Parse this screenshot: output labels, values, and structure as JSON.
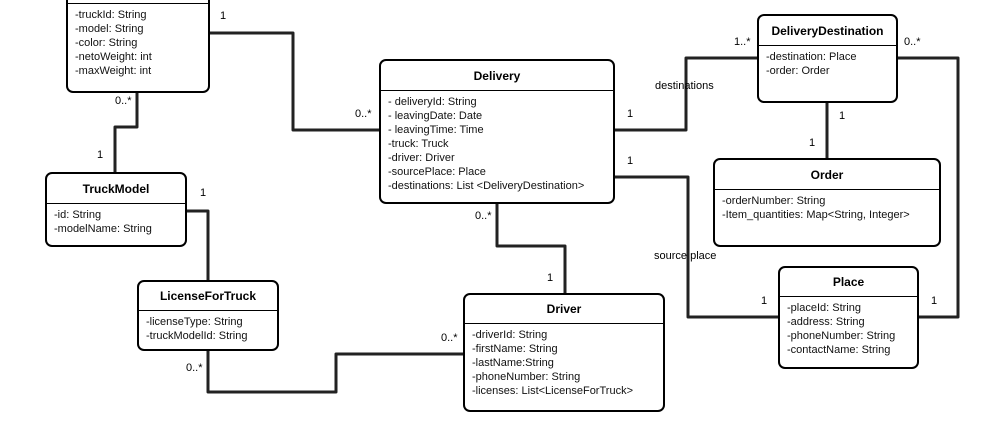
{
  "classes": {
    "truck": {
      "title": "",
      "attributes": [
        "-truckId: String",
        "-model: String",
        "-color: String",
        "-netoWeight: int",
        "-maxWeight: int"
      ]
    },
    "truck_model": {
      "title": "TruckModel",
      "attributes": [
        "-id: String",
        "-modelName: String"
      ]
    },
    "license_for_truck": {
      "title": "LicenseForTruck",
      "attributes": [
        "-licenseType: String",
        "-truckModelId: String"
      ]
    },
    "delivery": {
      "title": "Delivery",
      "attributes": [
        "- deliveryId: String",
        "- leavingDate: Date",
        "- leavingTime: Time",
        "-truck: Truck",
        "-driver: Driver",
        "-sourcePlace: Place",
        "-destinations: List <DeliveryDestination>"
      ]
    },
    "driver": {
      "title": "Driver",
      "attributes": [
        "-driverId: String",
        "-firstName: String",
        "-lastName:String",
        "-phoneNumber: String",
        "-licenses: List<LicenseForTruck>"
      ]
    },
    "delivery_destination": {
      "title": "DeliveryDestination",
      "attributes": [
        "-destination: Place",
        "-order: Order"
      ]
    },
    "order": {
      "title": "Order",
      "attributes": [
        "-orderNumber: String",
        "-Item_quantities: Map<String, Integer>"
      ]
    },
    "place": {
      "title": "Place",
      "attributes": [
        "-placeId: String",
        "-address: String",
        "-phoneNumber: String",
        "-contactName: String"
      ]
    }
  },
  "labels": {
    "truck_delivery_truck_end": "1",
    "truck_delivery_delivery_end": "0..*",
    "truck_model_truck_end": "0..*",
    "truck_model_model_end": "1",
    "model_license_model_end": "1",
    "license_driver_license_end": "0..*",
    "license_driver_driver_end": "0..*",
    "delivery_driver_delivery_end": "0..*",
    "delivery_driver_driver_end": "1",
    "delivery_dest_delivery_end": "1",
    "delivery_dest_dest_end": "1..*",
    "delivery_dest_role": "destinations",
    "dest_order_dest_end": "1",
    "dest_order_order_end": "1",
    "delivery_place_delivery_end": "1",
    "delivery_place_role": "source place",
    "delivery_place_place_end": "1",
    "dest_place_dest_end": "0..*",
    "dest_place_place_end": "1"
  }
}
